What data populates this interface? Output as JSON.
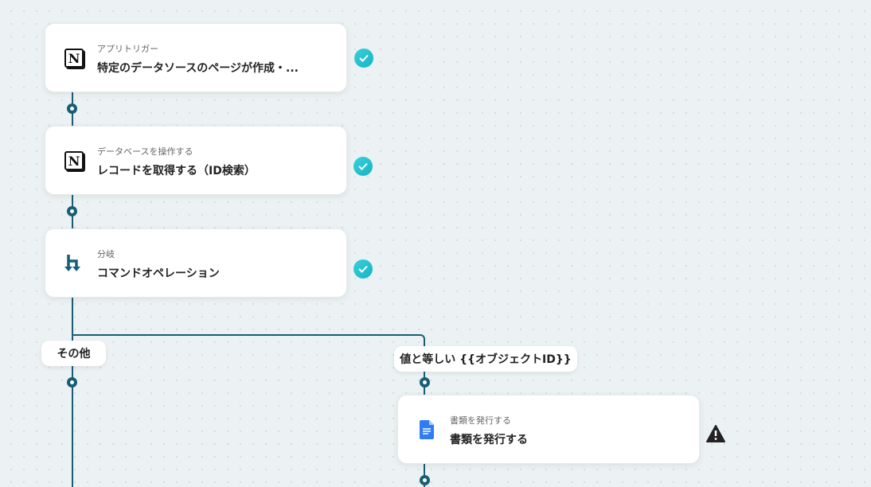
{
  "steps": [
    {
      "subtitle": "アプリトリガー",
      "title": "特定のデータソースのページが作成・...",
      "icon": "notion-icon",
      "status": "complete"
    },
    {
      "subtitle": "データベースを操作する",
      "title": "レコードを取得する（ID検索）",
      "icon": "notion-icon",
      "status": "complete"
    },
    {
      "subtitle": "分岐",
      "title": "コマンドオペレーション",
      "icon": "branch-icon",
      "status": "complete"
    },
    {
      "subtitle": "書類を発行する",
      "title": "書類を発行する",
      "icon": "google-docs-icon",
      "status": "warning"
    }
  ],
  "branches": {
    "other": "その他",
    "equals": "値と等しい {{オブジェクトID}}"
  },
  "colors": {
    "line": "#175d75",
    "check": "#1cc0cf"
  }
}
